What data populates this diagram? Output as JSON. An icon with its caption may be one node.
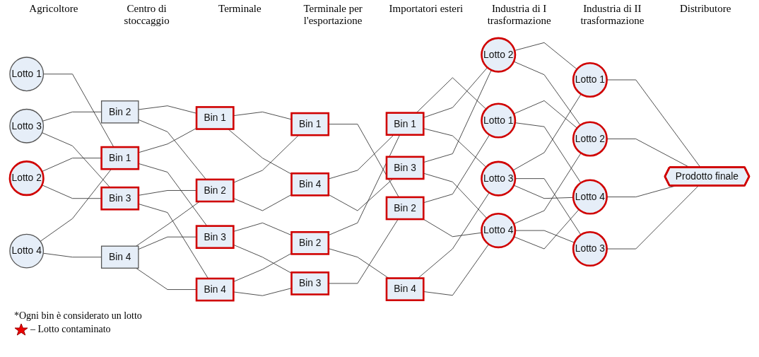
{
  "diagram": {
    "nodes": [
      {
        "text": [
          "Lotto 1"
        ]
      },
      {
        "text": [
          "Lotto 2"
        ]
      },
      {
        "text": [
          "Lotto 3"
        ]
      },
      {
        "text": [
          "Lotto 4"
        ]
      },
      {
        "text": [
          "Bin 1"
        ]
      },
      {
        "text": [
          "Bin 2"
        ]
      },
      {
        "text": [
          "Bin 3"
        ]
      },
      {
        "text": [
          "Bin 4"
        ]
      },
      {
        "text": [
          "Bin 1"
        ]
      },
      {
        "text": [
          "Bin 2"
        ]
      },
      {
        "text": [
          "Bin 3"
        ]
      },
      {
        "text": [
          "Bin 4"
        ]
      },
      {
        "text": [
          "Bin 1"
        ]
      },
      {
        "text": [
          "Bin 2"
        ]
      },
      {
        "text": [
          "Bin 3"
        ]
      },
      {
        "text": [
          "Bin 4"
        ]
      },
      {
        "text": [
          "Bin 1"
        ]
      },
      {
        "text": [
          "Bin 2"
        ]
      },
      {
        "text": [
          "Bin 3"
        ]
      },
      {
        "text": [
          "Bin 4"
        ]
      },
      {
        "text": [
          "Lotto 1"
        ]
      },
      {
        "text": [
          "Lotto 2"
        ]
      },
      {
        "text": [
          "Lotto 3"
        ]
      },
      {
        "text": [
          "Lotto 4"
        ]
      },
      {
        "text": [
          "Lotto 1"
        ]
      },
      {
        "text": [
          "Lotto 2"
        ]
      },
      {
        "text": [
          "Lotto 3"
        ]
      },
      {
        "text": [
          "Lotto 4"
        ]
      },
      {
        "text": [
          "Prodotto finale"
        ]
      }
    ],
    "edges": [
      {
        "from": 0,
        "to": 4,
        "arrow": "none"
      },
      {
        "from": 1,
        "to": 4,
        "arrow": "none"
      },
      {
        "from": 1,
        "to": 6,
        "arrow": "none"
      },
      {
        "from": 2,
        "to": 5,
        "arrow": "none"
      },
      {
        "from": 2,
        "to": 6,
        "arrow": "none"
      },
      {
        "from": 3,
        "to": 4,
        "arrow": "none"
      },
      {
        "from": 3,
        "to": 7,
        "arrow": "none"
      },
      {
        "from": 4,
        "to": 8,
        "arrow": "none"
      },
      {
        "from": 4,
        "to": 10,
        "arrow": "none"
      },
      {
        "from": 5,
        "to": 8,
        "arrow": "none"
      },
      {
        "from": 5,
        "to": 9,
        "arrow": "none"
      },
      {
        "from": 6,
        "to": 9,
        "arrow": "none"
      },
      {
        "from": 6,
        "to": 11,
        "arrow": "none"
      },
      {
        "from": 7,
        "to": 9,
        "arrow": "none"
      },
      {
        "from": 7,
        "to": 10,
        "arrow": "none"
      },
      {
        "from": 7,
        "to": 11,
        "arrow": "none"
      },
      {
        "from": 8,
        "to": 12,
        "arrow": "none"
      },
      {
        "from": 8,
        "to": 15,
        "arrow": "none"
      },
      {
        "from": 9,
        "to": 12,
        "arrow": "none"
      },
      {
        "from": 9,
        "to": 15,
        "arrow": "none"
      },
      {
        "from": 10,
        "to": 13,
        "arrow": "none"
      },
      {
        "from": 10,
        "to": 14,
        "arrow": "none"
      },
      {
        "from": 11,
        "to": 13,
        "arrow": "none"
      },
      {
        "from": 11,
        "to": 14,
        "arrow": "none"
      },
      {
        "from": 12,
        "to": 17,
        "arrow": "none"
      },
      {
        "from": 13,
        "to": 16,
        "arrow": "none"
      },
      {
        "from": 13,
        "to": 19,
        "arrow": "none"
      },
      {
        "from": 14,
        "to": 17,
        "arrow": "none"
      },
      {
        "from": 15,
        "to": 16,
        "arrow": "none"
      },
      {
        "from": 15,
        "to": 18,
        "arrow": "none"
      },
      {
        "from": 16,
        "to": 20,
        "arrow": "none"
      },
      {
        "from": 16,
        "to": 21,
        "arrow": "none"
      },
      {
        "from": 16,
        "to": 22,
        "arrow": "none"
      },
      {
        "from": 17,
        "to": 20,
        "arrow": "none"
      },
      {
        "from": 17,
        "to": 23,
        "arrow": "none"
      },
      {
        "from": 18,
        "to": 21,
        "arrow": "none"
      },
      {
        "from": 18,
        "to": 23,
        "arrow": "none"
      },
      {
        "from": 19,
        "to": 22,
        "arrow": "none"
      },
      {
        "from": 19,
        "to": 23,
        "arrow": "none"
      },
      {
        "from": 20,
        "to": 25,
        "arrow": "none"
      },
      {
        "from": 20,
        "to": 27,
        "arrow": "none"
      },
      {
        "from": 21,
        "to": 24,
        "arrow": "none"
      },
      {
        "from": 21,
        "to": 25,
        "arrow": "none"
      },
      {
        "from": 22,
        "to": 24,
        "arrow": "none"
      },
      {
        "from": 22,
        "to": 26,
        "arrow": "none"
      },
      {
        "from": 22,
        "to": 27,
        "arrow": "none"
      },
      {
        "from": 23,
        "to": 25,
        "arrow": "none"
      },
      {
        "from": 23,
        "to": 26,
        "arrow": "none"
      },
      {
        "from": 23,
        "to": 27,
        "arrow": "none"
      },
      {
        "from": 24,
        "to": 28,
        "arrow": "none"
      },
      {
        "from": 25,
        "to": 28,
        "arrow": "none"
      },
      {
        "from": 26,
        "to": 28,
        "arrow": "none"
      },
      {
        "from": 27,
        "to": 28,
        "arrow": "none"
      }
    ],
    "labels": [
      "Agricoltore",
      "Centro di stoccaggio",
      "Terminale",
      "Terminale per l'esportazione",
      "Importatori esteri",
      "Industria di I trasformazione",
      "Industria di II trasformazione",
      "Distributore",
      "*Ogni bin è considerato un lotto"
    ],
    "legend": [
      {
        "text": "– Lotto contaminato"
      }
    ]
  }
}
